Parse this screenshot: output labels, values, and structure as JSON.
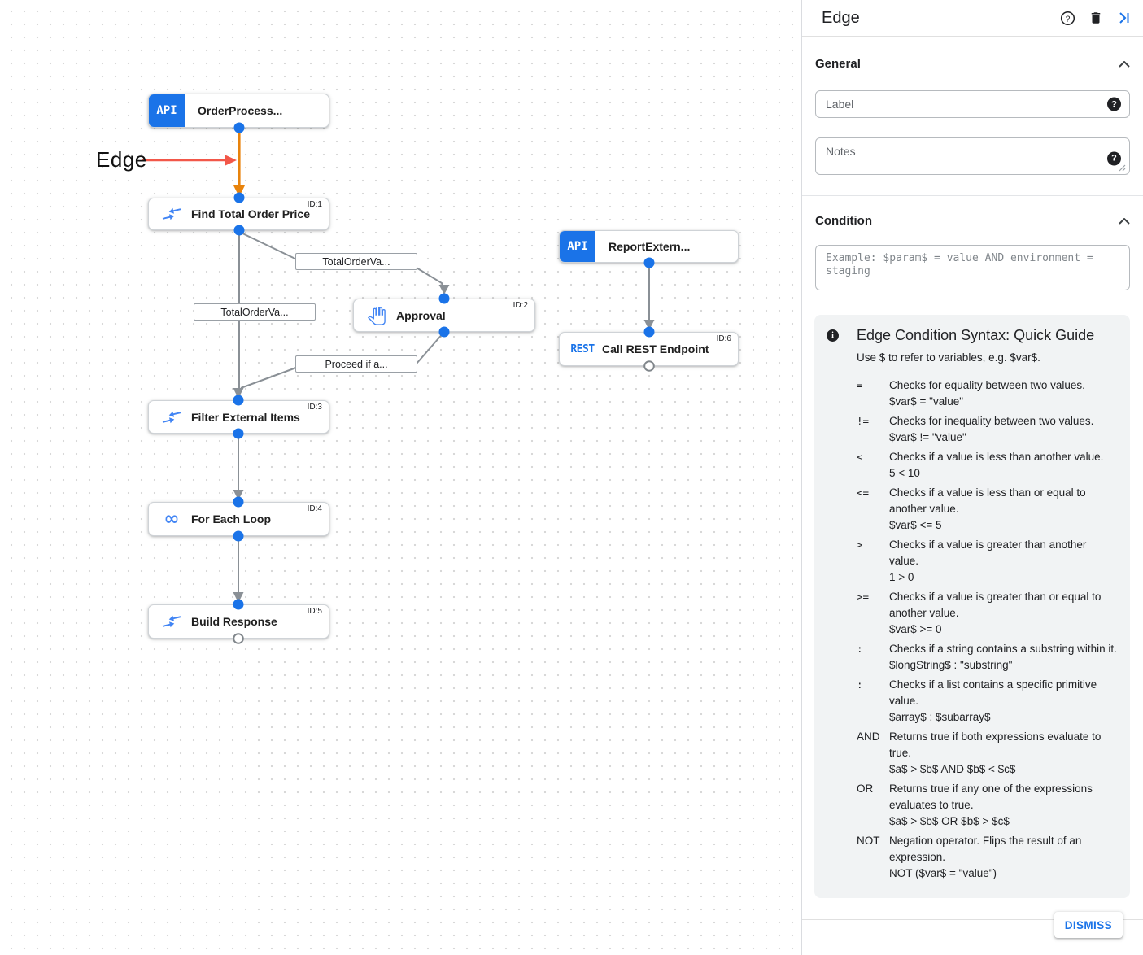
{
  "canvas": {
    "annotation": {
      "label": "Edge"
    },
    "nodes": [
      {
        "label": "OrderProcess...",
        "badge": "API"
      },
      {
        "label": "Find Total Order Price",
        "id": "ID:1"
      },
      {
        "label": "Approval",
        "id": "ID:2"
      },
      {
        "label": "Filter External Items",
        "id": "ID:3"
      },
      {
        "label": "For Each Loop",
        "id": "ID:4",
        "icon_glyph": "∞"
      },
      {
        "label": "Build Response",
        "id": "ID:5"
      },
      {
        "label": "ReportExtern...",
        "badge": "API"
      },
      {
        "label": "Call REST Endpoint",
        "id": "ID:6",
        "badge": "REST"
      }
    ],
    "edge_labels": [
      "TotalOrderVa...",
      "TotalOrderVa...",
      "Proceed if a..."
    ],
    "colors": {
      "edge_highlight": "#e8830c",
      "annotation_arrow": "#f25749",
      "edge_gray": "#8a9096",
      "connector_blue": "#1a73e8"
    }
  },
  "panel": {
    "title": "Edge",
    "header_icons": [
      "help-icon",
      "delete-icon",
      "collapse-panel-icon"
    ],
    "sections": {
      "general": "General",
      "condition": "Condition"
    },
    "fields": {
      "label_placeholder": "Label",
      "label_value": "",
      "notes_placeholder": "Notes",
      "notes_value": "",
      "condition_placeholder": "Example: $param$ = value AND environment = staging",
      "condition_value": ""
    },
    "guide": {
      "title": "Edge Condition Syntax: Quick Guide",
      "subtitle": "Use $ to refer to variables, e.g. $var$.",
      "rows": [
        {
          "op": "=",
          "desc": "Checks for equality between two values.",
          "example": "$var$ = \"value\""
        },
        {
          "op": "!=",
          "desc": "Checks for inequality between two values.",
          "example": "$var$ != \"value\""
        },
        {
          "op": "<",
          "desc": "Checks if a value is less than another value.",
          "example": "5 < 10"
        },
        {
          "op": "<=",
          "desc": "Checks if a value is less than or equal to another value.",
          "example": "$var$ <= 5"
        },
        {
          "op": ">",
          "desc": "Checks if a value is greater than another value.",
          "example": "1 > 0"
        },
        {
          "op": ">=",
          "desc": "Checks if a value is greater than or equal to another value.",
          "example": "$var$ >= 0"
        },
        {
          "op": ":",
          "desc": "Checks if a string contains a substring within it.",
          "example": "$longString$ : \"substring\""
        },
        {
          "op": ":",
          "desc": "Checks if a list contains a specific primitive value.",
          "example": "$array$ : $subarray$"
        },
        {
          "op": "AND",
          "desc": "Returns true if both expressions evaluate to true.",
          "example": "$a$ > $b$ AND $b$ < $c$"
        },
        {
          "op": "OR",
          "desc": "Returns true if any one of the expressions evaluates to true.",
          "example": "$a$ > $b$ OR $b$ > $c$"
        },
        {
          "op": "NOT",
          "desc": "Negation operator. Flips the result of an expression.",
          "example": "NOT ($var$ = \"value\")"
        }
      ]
    },
    "dismiss_label": "DISMISS"
  }
}
